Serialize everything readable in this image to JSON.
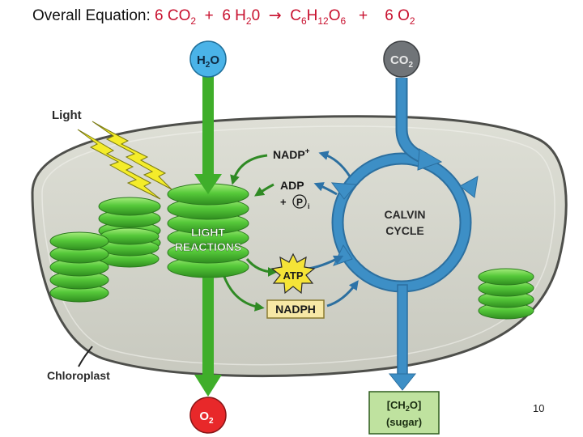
{
  "equation": {
    "label": "Overall Equation:",
    "co2_coef": "6 CO",
    "co2_sub": "2",
    "plus1": "+",
    "h2o_coef": "6 H",
    "h2o_sub": "2",
    "h2o_tail": "0",
    "arrow": "→",
    "gluc_c": "C",
    "gluc_c_sub": "6",
    "gluc_h": "H",
    "gluc_h_sub": "12",
    "gluc_o": "O",
    "gluc_o_sub": "6",
    "plus2": "+",
    "o2_coef": "6 O",
    "o2_sub": "2"
  },
  "diagram": {
    "h2o": {
      "main": "H",
      "sub": "2",
      "tail": "O"
    },
    "co2": {
      "main": "CO",
      "sub": "2"
    },
    "o2": {
      "main": "O",
      "sub": "2"
    },
    "light": "Light",
    "nadp": {
      "main": "NADP",
      "sup": "+"
    },
    "adp": "ADP",
    "pi": {
      "plus": "+",
      "p": "P",
      "sub": "i"
    },
    "light_reactions": [
      "LIGHT",
      "REACTIONS"
    ],
    "calvin_cycle": [
      "CALVIN",
      "CYCLE"
    ],
    "atp": "ATP",
    "nadph": "NADPH",
    "sugar": {
      "formula": "[CH",
      "sub": "2",
      "tail": "O]",
      "name": "(sugar)"
    },
    "chloroplast": "Chloroplast"
  },
  "page_number": "10",
  "colors": {
    "equation_red": "#c8102e",
    "chloroplast_fill": "#d4d5cb",
    "thylakoid_green": "#4cbf32",
    "flow_arrow_green": "#3fae2a",
    "calvin_blue": "#3d8fc6",
    "h2o_circle": "#4ab3e8",
    "co2_circle": "#707478",
    "o2_circle": "#e8282a",
    "atp_yellow": "#f5e437",
    "nadph_fill": "#f7e8a6",
    "sugar_fill": "#bfe29f",
    "lightning_yellow": "#f4ec2a"
  }
}
